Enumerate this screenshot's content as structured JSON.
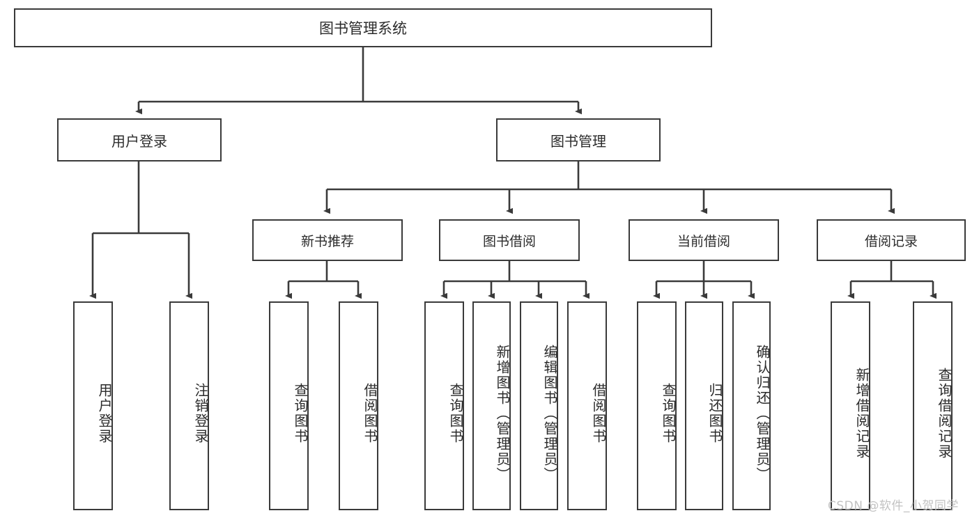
{
  "diagram": {
    "title": "图书管理系统",
    "watermark": "CSDN @软件_小贺同学",
    "line_color": "#3a3a3a",
    "box_fill": "#ffffff",
    "text_color": "#2b2b2b",
    "watermark_color": "#c2c2c2",
    "root": {
      "label": "图书管理系统"
    },
    "level2": [
      {
        "label": "用户登录"
      },
      {
        "label": "图书管理"
      }
    ],
    "level3": [
      {
        "label": "新书推荐"
      },
      {
        "label": "图书借阅"
      },
      {
        "label": "当前借阅"
      },
      {
        "label": "借阅记录"
      }
    ],
    "leaves": {
      "user_login": [
        {
          "label": "用户登录"
        },
        {
          "label": "注销登录"
        }
      ],
      "new_book": [
        {
          "label": "查询图书"
        },
        {
          "label": "借阅图书"
        }
      ],
      "book_borrow": [
        {
          "label": "查询图书"
        },
        {
          "label": "新增图书（管理员）"
        },
        {
          "label": "编辑图书（管理员）"
        },
        {
          "label": "借阅图书"
        }
      ],
      "current_borrow": [
        {
          "label": "查询图书"
        },
        {
          "label": "归还图书"
        },
        {
          "label": "确认归还（管理员）"
        }
      ],
      "borrow_record": [
        {
          "label": "新增借阅记录"
        },
        {
          "label": "查询借阅记录"
        }
      ]
    }
  }
}
